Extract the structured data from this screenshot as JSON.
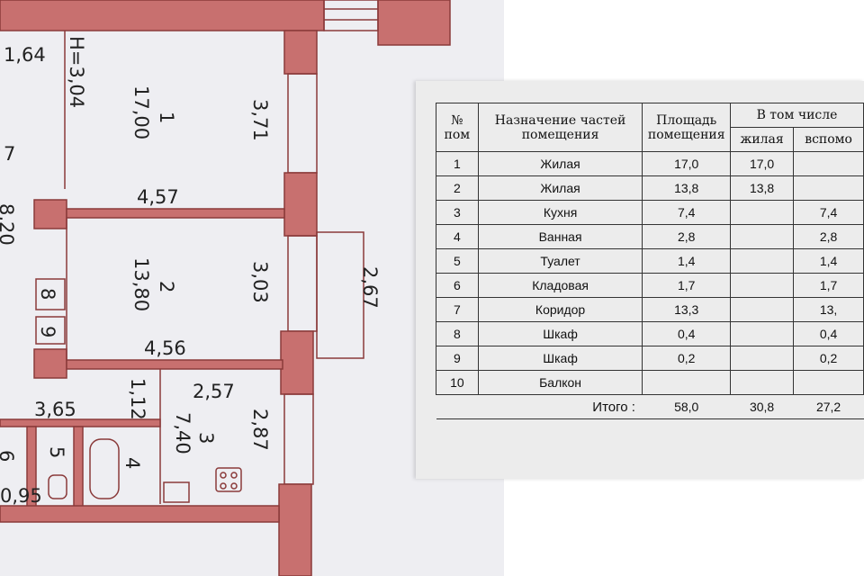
{
  "plan": {
    "dimensions": {
      "top_left": "1,64",
      "height": "H=3,04",
      "room1_area": "17,00",
      "room1_num": "1",
      "room1_side": "3,71",
      "room1_width": "4,57",
      "room2_area": "13,80",
      "room2_num": "2",
      "room2_side": "3,03",
      "room2_width": "4,56",
      "balcony": "2,67",
      "room3_top": "2,57",
      "room3_side": "1,12",
      "room3_area": "7,40",
      "room3_num": "3",
      "room3_right": "2,87",
      "hall_width": "3,65",
      "left_7": "7",
      "left_8": "8",
      "left_9": "9",
      "left_6": "6",
      "left_5": "5",
      "left_4": "4",
      "bottom_left": "0,95",
      "left_cut": "8,20"
    }
  },
  "table": {
    "headers": {
      "num": "№ пом",
      "name": "Назначение частей помещения",
      "area": "Площадь помещения",
      "group": "В том числе",
      "living": "жилая",
      "aux": "вспомо"
    },
    "rows": [
      {
        "num": "1",
        "name": "Жилая",
        "area": "17,0",
        "living": "17,0",
        "aux": ""
      },
      {
        "num": "2",
        "name": "Жилая",
        "area": "13,8",
        "living": "13,8",
        "aux": ""
      },
      {
        "num": "3",
        "name": "Кухня",
        "area": "7,4",
        "living": "",
        "aux": "7,4"
      },
      {
        "num": "4",
        "name": "Ванная",
        "area": "2,8",
        "living": "",
        "aux": "2,8"
      },
      {
        "num": "5",
        "name": "Туалет",
        "area": "1,4",
        "living": "",
        "aux": "1,4"
      },
      {
        "num": "6",
        "name": "Кладовая",
        "area": "1,7",
        "living": "",
        "aux": "1,7"
      },
      {
        "num": "7",
        "name": "Коридор",
        "area": "13,3",
        "living": "",
        "aux": "13,"
      },
      {
        "num": "8",
        "name": "Шкаф",
        "area": "0,4",
        "living": "",
        "aux": "0,4"
      },
      {
        "num": "9",
        "name": "Шкаф",
        "area": "0,2",
        "living": "",
        "aux": "0,2"
      },
      {
        "num": "10",
        "name": "Балкон",
        "area": "",
        "living": "",
        "aux": ""
      }
    ],
    "total": {
      "label": "Итого :",
      "area": "58,0",
      "living": "30,8",
      "aux": "27,2"
    }
  }
}
